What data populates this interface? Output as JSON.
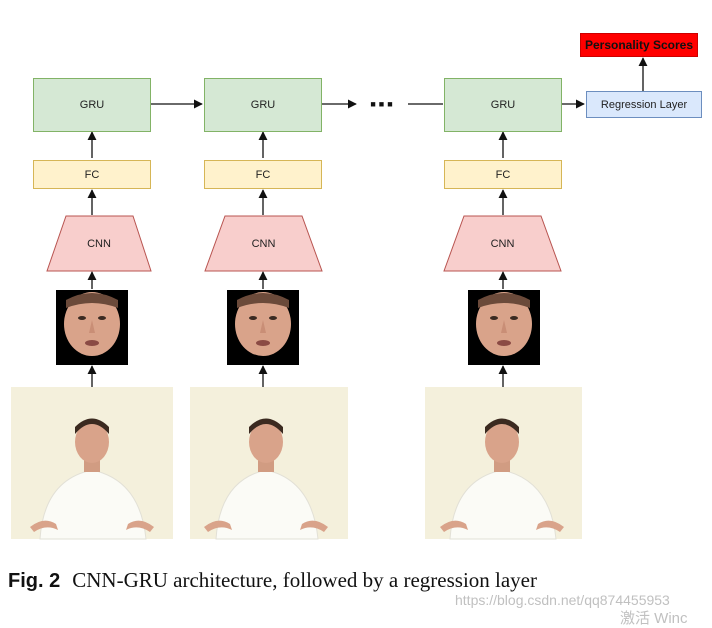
{
  "diagram": {
    "columns": [
      {
        "gru": "GRU",
        "fc": "FC",
        "cnn": "CNN"
      },
      {
        "gru": "GRU",
        "fc": "FC",
        "cnn": "CNN"
      },
      {
        "gru": "GRU",
        "fc": "FC",
        "cnn": "CNN"
      }
    ],
    "ellipsis": "■■■",
    "regression": "Regression Layer",
    "output": "Personality Scores",
    "colors": {
      "gru": "#d5e8d4",
      "fc": "#fff2cc",
      "cnn": "#f8cecc",
      "regression": "#dae8fc",
      "output": "#ff0000"
    }
  },
  "caption": {
    "fig": "Fig. 2",
    "text": "CNN-GRU architecture, followed by a regression layer"
  },
  "watermark": {
    "url": "https://blog.csdn.net/qq874455953",
    "corner": "激活 Winc"
  }
}
